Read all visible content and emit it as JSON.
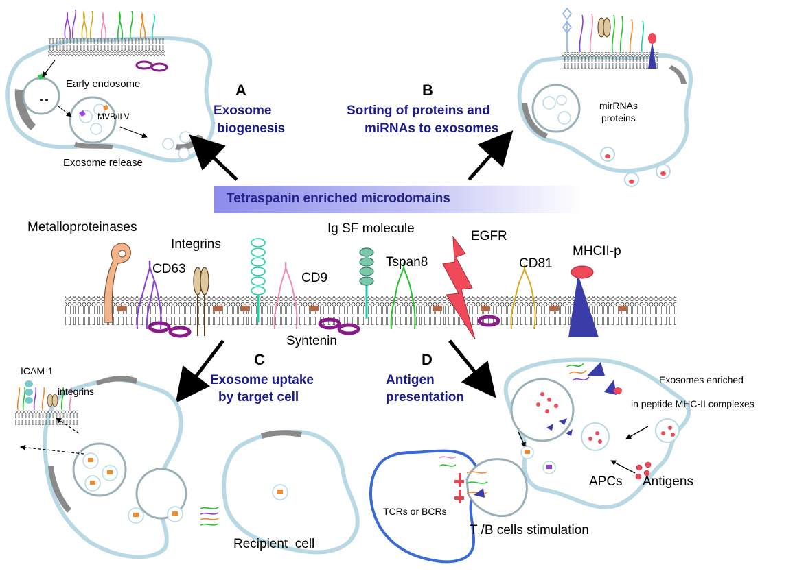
{
  "panels": {
    "a": {
      "letter": "A",
      "title_line1": "Exosome",
      "title_line2": "biogenesis",
      "labels": {
        "early_endosome": "Early endosome",
        "mvb_ilv": "MVB/ILV",
        "exosome_release": "Exosome release"
      }
    },
    "b": {
      "letter": "B",
      "title_line1": "Sorting of proteins and",
      "title_line2": "miRNAs to exosomes",
      "labels": {
        "mirnas": "mirRNAs",
        "proteins": "proteins"
      }
    },
    "c": {
      "letter": "C",
      "title_line1": "Exosome uptake",
      "title_line2": "by target cell",
      "labels": {
        "icam": "ICAM-1",
        "integrins": "integrins",
        "recipient": "Recipient  cell"
      }
    },
    "d": {
      "letter": "D",
      "title_line1": "Antigen",
      "title_line2": "presentation",
      "labels": {
        "enriched_line1": "Exosomes enriched",
        "enriched_line2": "in peptide MHC-II complexes",
        "apcs": "APCs",
        "antigens": "Antigens",
        "tcrs": "TCRs or BCRs",
        "stimulation": "T /B cells stimulation"
      }
    }
  },
  "center": {
    "banner": "Tetraspanin enriched microdomains",
    "molecules": {
      "metalloproteinases": "Metalloproteinases",
      "integrins": "Integrins",
      "cd63": "CD63",
      "cd9": "CD9",
      "igsf": "Ig SF molecule",
      "tspan8": "Tspan8",
      "egfr": "EGFR",
      "cd81": "CD81",
      "mhcii": "MHCII-p",
      "syntenin": "Syntenin"
    }
  },
  "colors": {
    "cell_outline": "#b8d8e4",
    "cell_fill": "#ffffff",
    "membrane_gray": "#8a8a8a",
    "title_blue": "#1a1a8c",
    "arrow": "#000000",
    "tetraspanin_purple": "#8a3fd8",
    "tetraspanin_pink": "#f08ab8",
    "tetraspanin_green": "#22c22a",
    "tetraspanin_gold": "#d8a818",
    "igsf_teal": "#1ecfa8",
    "egfr_red": "#f04a5a",
    "mhc_blue": "#3c3ca8",
    "syntenin_purple": "#8a1a8a",
    "metallo_orange": "#f2b48a",
    "tcell_blue": "#3a6ad8"
  }
}
